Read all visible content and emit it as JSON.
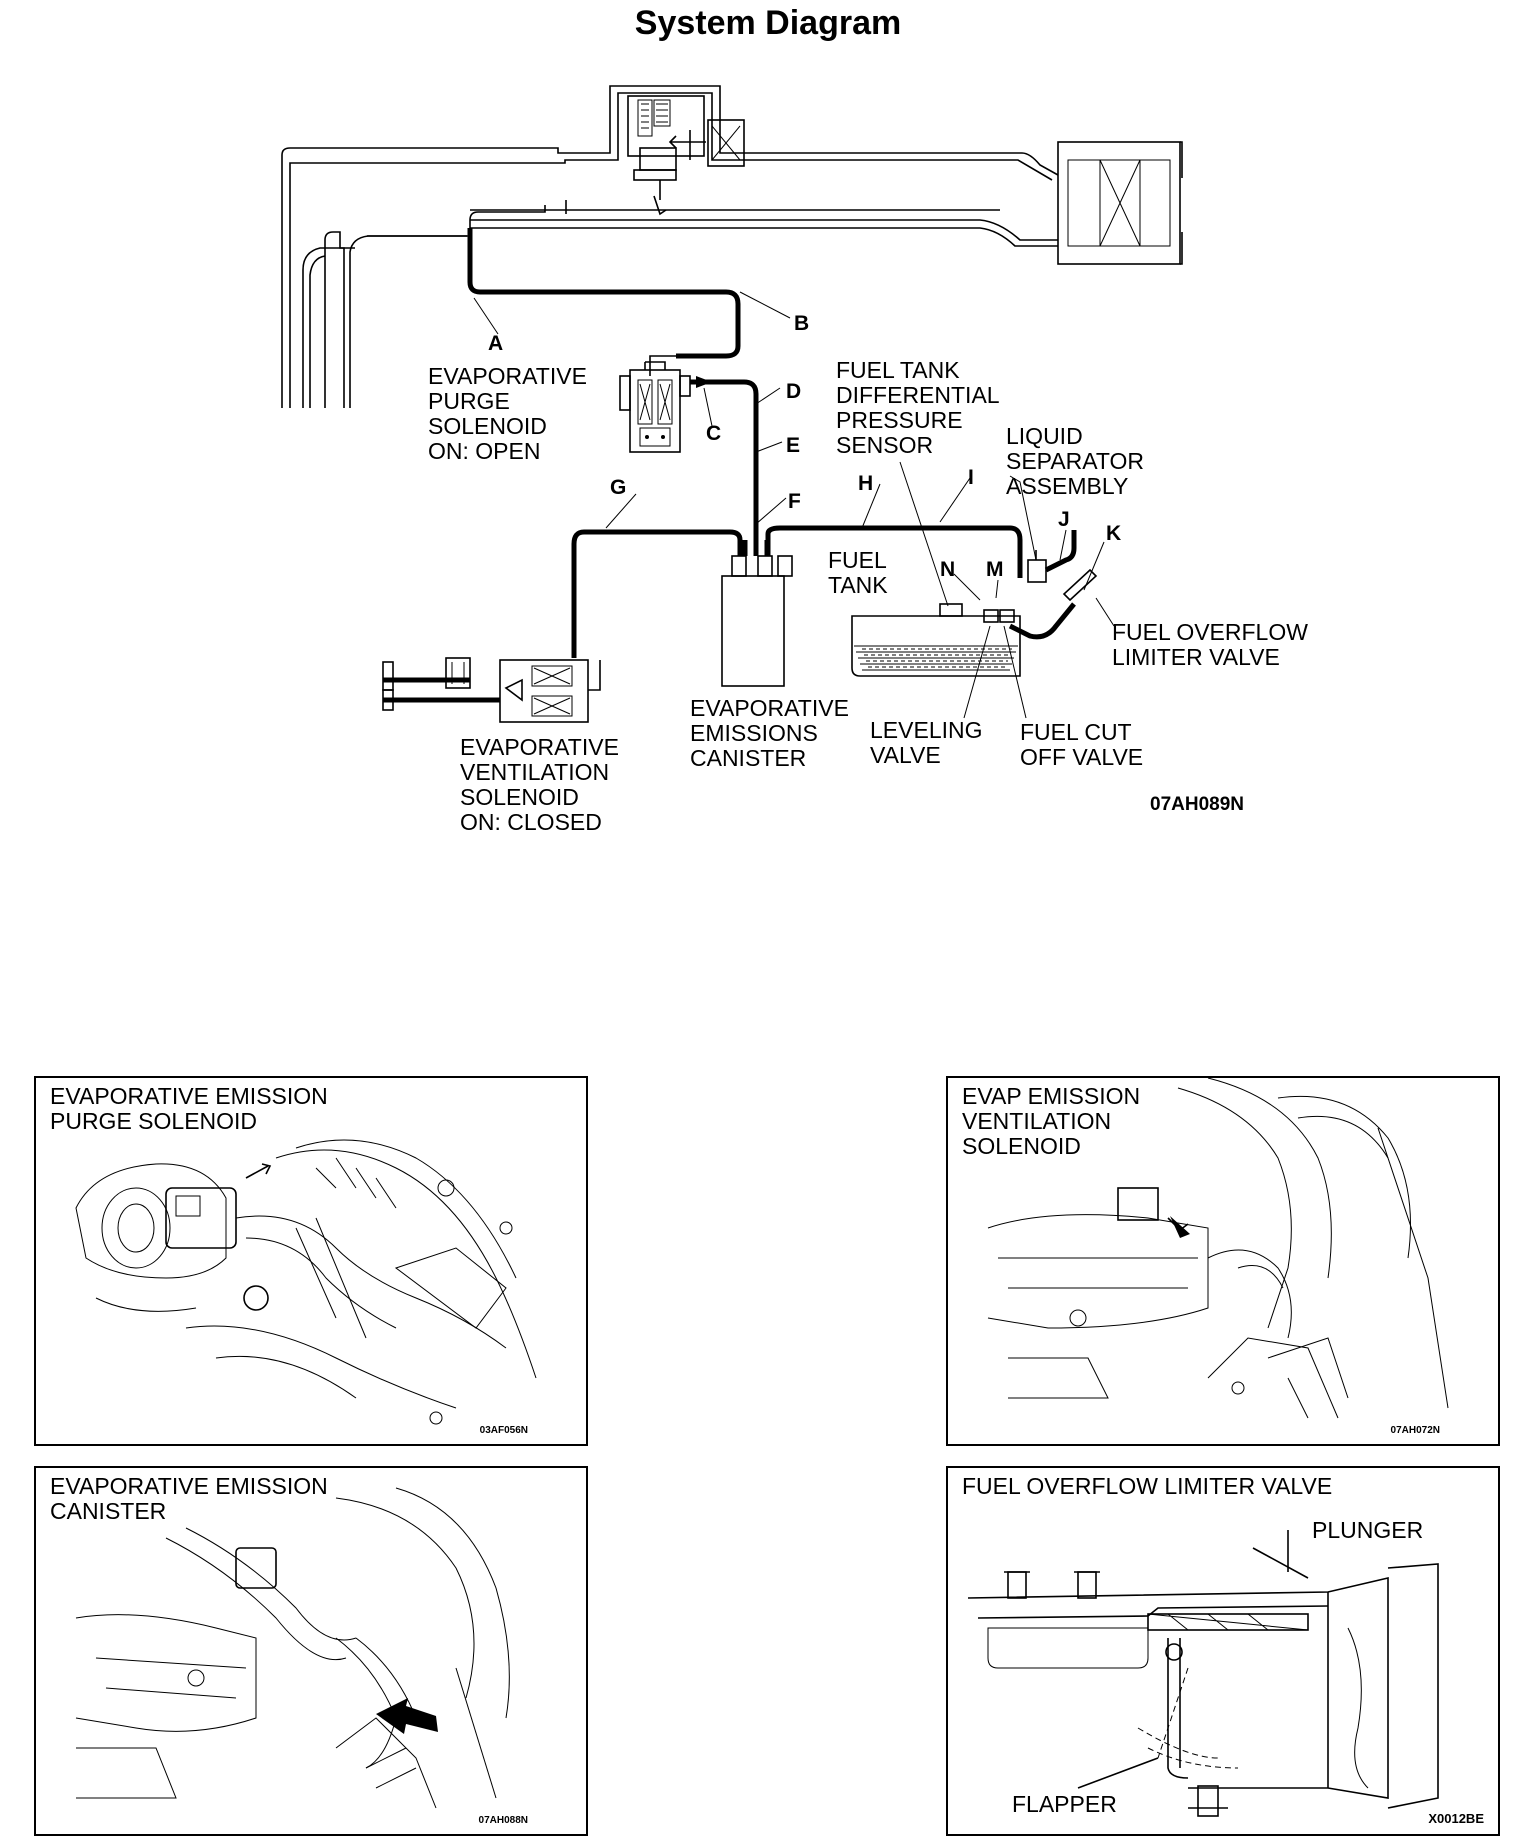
{
  "title": "System Diagram",
  "system_diagram": {
    "hose_letters": [
      "A",
      "B",
      "C",
      "D",
      "E",
      "F",
      "G",
      "H",
      "I",
      "J",
      "K",
      "M",
      "N"
    ],
    "labels": {
      "purge_solenoid": [
        "EVAPORATIVE",
        "PURGE",
        "SOLENOID",
        "ON: OPEN"
      ],
      "fuel_tank_sensor": [
        "FUEL TANK",
        "DIFFERENTIAL",
        "PRESSURE",
        "SENSOR"
      ],
      "liquid_separator": [
        "LIQUID",
        "SEPARATOR",
        "ASSEMBLY"
      ],
      "fuel_tank": [
        "FUEL",
        "TANK"
      ],
      "fuel_overflow_limiter": [
        "FUEL OVERFLOW",
        "LIMITER VALVE"
      ],
      "ventilation_solenoid": [
        "EVAPORATIVE",
        "VENTILATION",
        "SOLENOID",
        "ON: CLOSED"
      ],
      "canister": [
        "EVAPORATIVE",
        "EMISSIONS",
        "CANISTER"
      ],
      "leveling_valve": [
        "LEVELING",
        "VALVE"
      ],
      "fuel_cut_off_valve": [
        "FUEL CUT",
        "OFF VALVE"
      ]
    },
    "figure_code": "07AH089N"
  },
  "panels": {
    "purge_solenoid": {
      "title": "EVAPORATIVE  EMISSION\nPURGE SOLENOID",
      "code": "03AF056N"
    },
    "ventilation_solenoid": {
      "title": "EVAP EMISSION\nVENTILATION\nSOLENOID",
      "code": "07AH072N"
    },
    "canister": {
      "title": "EVAPORATIVE EMISSION\nCANISTER",
      "code": "07AH088N"
    },
    "overflow_valve": {
      "title": "FUEL OVERFLOW LIMITER VALVE",
      "code": "X0012BE",
      "plunger_label": "PLUNGER",
      "flapper_label": "FLAPPER"
    }
  }
}
